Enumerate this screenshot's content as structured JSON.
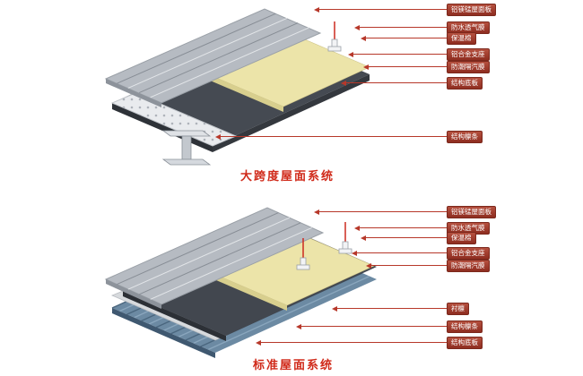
{
  "page": {
    "background": "#ffffff",
    "accent_red": "#c0392b",
    "label_bg": "#a03c2e",
    "insulation_yellow": "#ece4a9",
    "vapor_barrier_gray": "#42474f",
    "panel_gray": "#b6bbc2",
    "corrugated_blue": "#6c8aa3"
  },
  "icons": {
    "leader_arrow": "left-pointing red arrowhead"
  },
  "diagram_top": {
    "title": "大跨度屋面系统",
    "labels": [
      "铝镁锰屋面板",
      "防水透气膜",
      "保温棉",
      "铝合金支座",
      "防潮隔汽膜",
      "结构底板",
      "结构檩条"
    ]
  },
  "diagram_bottom": {
    "title": "标准屋面系统",
    "labels": [
      "铝镁锰屋面板",
      "防水透气膜",
      "保温棉",
      "铝合金支座",
      "防潮隔汽膜",
      "衬檩",
      "结构檩条",
      "结构底板"
    ]
  }
}
